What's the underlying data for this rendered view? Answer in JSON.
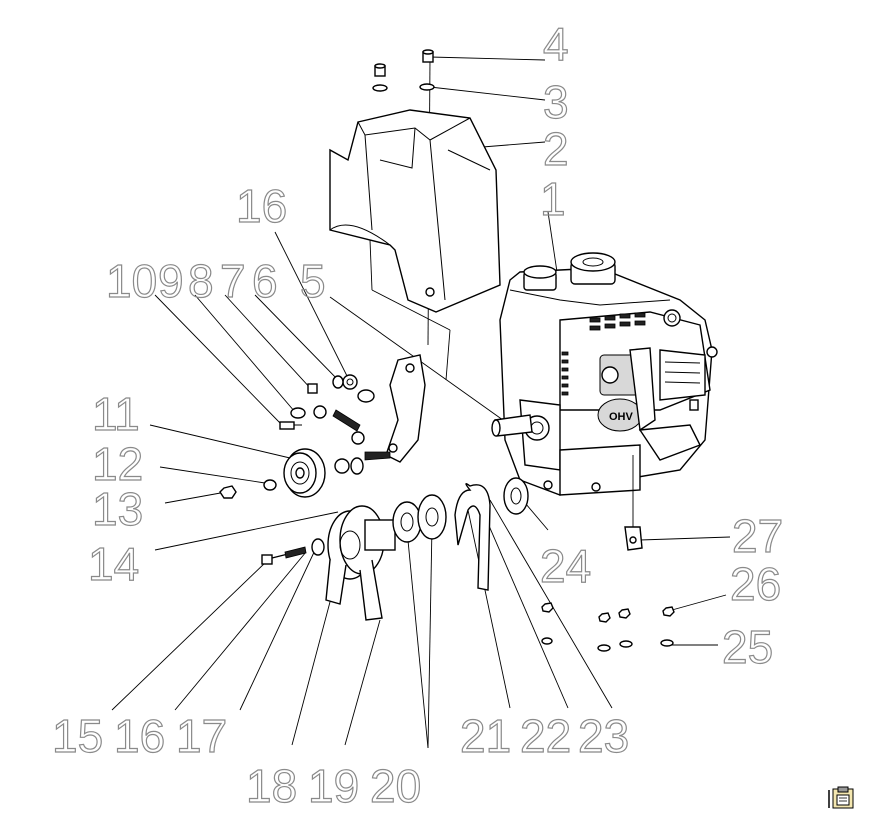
{
  "callouts": [
    {
      "id": "c1",
      "label": "1"
    },
    {
      "id": "c2",
      "label": "2"
    },
    {
      "id": "c3",
      "label": "3"
    },
    {
      "id": "c4",
      "label": "4"
    },
    {
      "id": "c5",
      "label": "5"
    },
    {
      "id": "c6",
      "label": "6"
    },
    {
      "id": "c7",
      "label": "7"
    },
    {
      "id": "c8",
      "label": "8"
    },
    {
      "id": "c9",
      "label": "9"
    },
    {
      "id": "c10",
      "label": "10"
    },
    {
      "id": "c11",
      "label": "11"
    },
    {
      "id": "c12",
      "label": "12"
    },
    {
      "id": "c13",
      "label": "13"
    },
    {
      "id": "c14",
      "label": "14"
    },
    {
      "id": "c15",
      "label": "15"
    },
    {
      "id": "c16",
      "label": "16"
    },
    {
      "id": "c16b",
      "label": "16"
    },
    {
      "id": "c17",
      "label": "17"
    },
    {
      "id": "c18",
      "label": "18"
    },
    {
      "id": "c19",
      "label": "19"
    },
    {
      "id": "c20",
      "label": "20"
    },
    {
      "id": "c21",
      "label": "21"
    },
    {
      "id": "c22",
      "label": "22"
    },
    {
      "id": "c23",
      "label": "23"
    },
    {
      "id": "c24",
      "label": "24"
    },
    {
      "id": "c25",
      "label": "25"
    },
    {
      "id": "c26",
      "label": "26"
    },
    {
      "id": "c27",
      "label": "27"
    }
  ],
  "engine_badge": "OHV",
  "icons": {
    "corner": "clipboard-icon"
  }
}
